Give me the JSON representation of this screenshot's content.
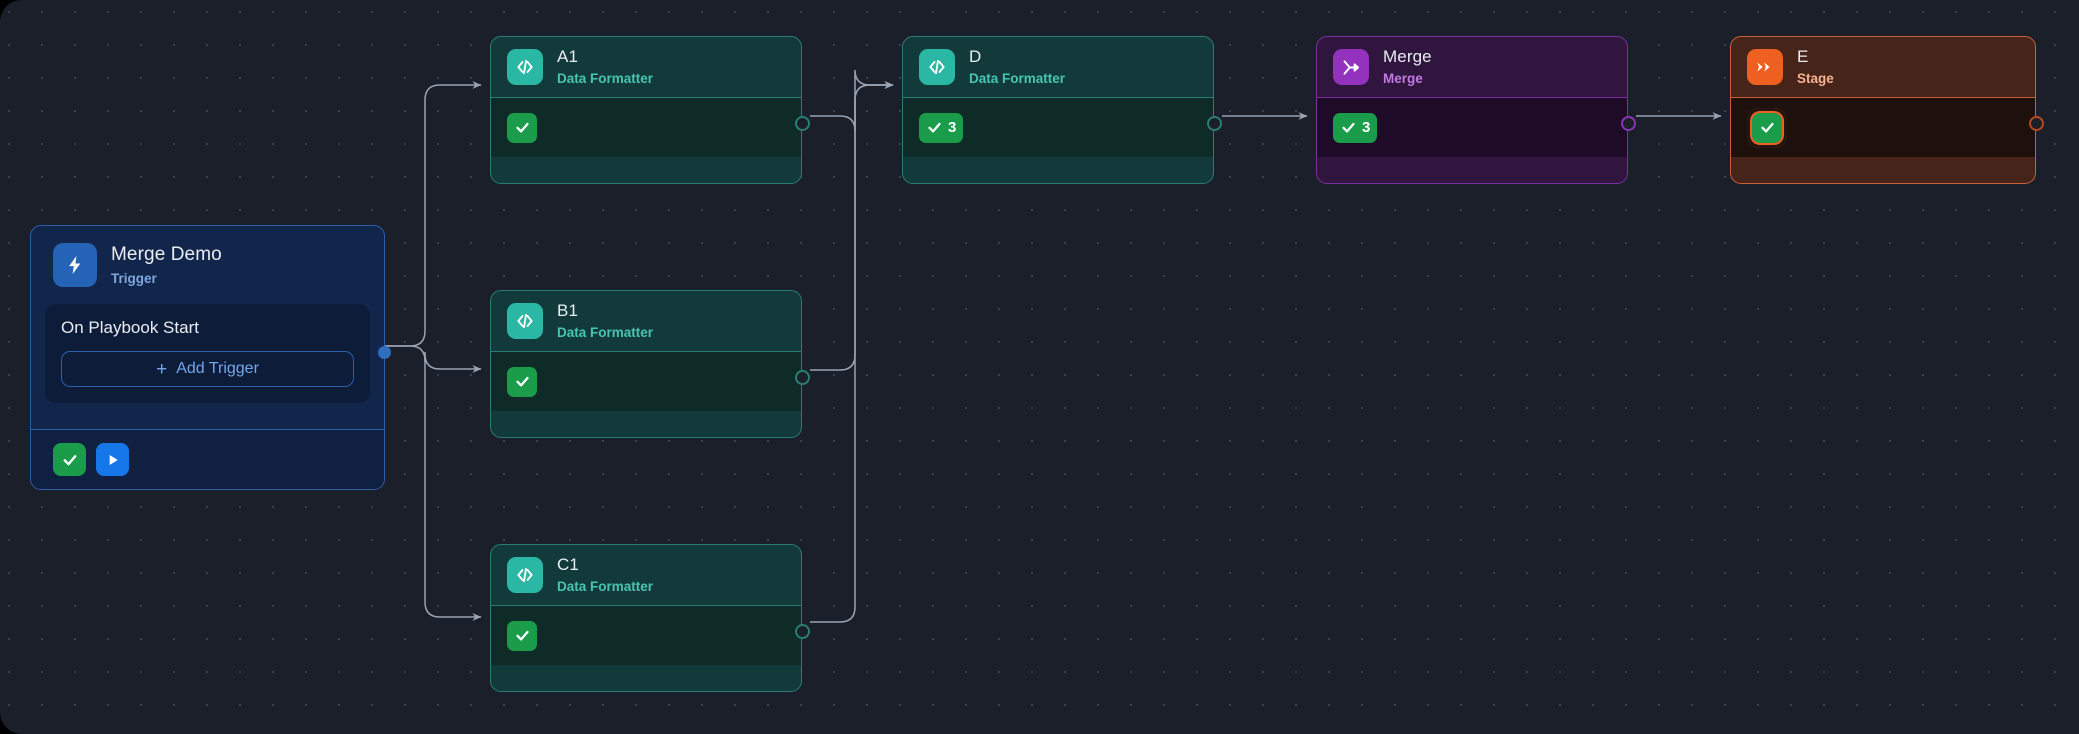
{
  "canvas": {
    "background_color": "#1b1f2a",
    "grid": "dotted",
    "grid_spacing": 33
  },
  "trigger": {
    "title": "Merge Demo",
    "subtitle": "Trigger",
    "icon": "lightning-bolt-icon",
    "icon_color": "#2563b6",
    "event_label": "On Playbook Start",
    "add_trigger_label": "Add Trigger",
    "add_trigger_plus": "+",
    "footer_buttons": [
      {
        "name": "check-button",
        "icon": "check-icon",
        "color": "#1a9c4b"
      },
      {
        "name": "run-button",
        "icon": "play-icon",
        "color": "#1677e8"
      }
    ]
  },
  "nodes": [
    {
      "id": "a1",
      "title": "A1",
      "subtitle": "Data Formatter",
      "icon": "code-icon",
      "accent": "#2ab8a4",
      "status": {
        "icon": "check-icon",
        "count": "",
        "color": "#1a9c4b"
      },
      "selected": false
    },
    {
      "id": "b1",
      "title": "B1",
      "subtitle": "Data Formatter",
      "icon": "code-icon",
      "accent": "#2ab8a4",
      "status": {
        "icon": "check-icon",
        "count": "",
        "color": "#1a9c4b"
      },
      "selected": false
    },
    {
      "id": "c1",
      "title": "C1",
      "subtitle": "Data Formatter",
      "icon": "code-icon",
      "accent": "#2ab8a4",
      "status": {
        "icon": "check-icon",
        "count": "",
        "color": "#1a9c4b"
      },
      "selected": false
    },
    {
      "id": "d",
      "title": "D",
      "subtitle": "Data Formatter",
      "icon": "code-icon",
      "accent": "#2ab8a4",
      "status": {
        "icon": "check-icon",
        "count": "3",
        "color": "#1a9c4b"
      },
      "selected": false
    },
    {
      "id": "merge",
      "title": "Merge",
      "subtitle": "Merge",
      "icon": "merge-arrow-icon",
      "accent": "#9333bd",
      "status": {
        "icon": "check-icon",
        "count": "3",
        "color": "#1a9c4b"
      },
      "selected": false
    },
    {
      "id": "e",
      "title": "E",
      "subtitle": "Stage",
      "icon": "double-chevron-icon",
      "accent": "#ef6020",
      "status": {
        "icon": "check-icon",
        "count": "",
        "color": "#1a9c4b"
      },
      "selected": true
    }
  ],
  "edges": [
    {
      "from": "trigger",
      "to": "a1"
    },
    {
      "from": "trigger",
      "to": "b1"
    },
    {
      "from": "trigger",
      "to": "c1"
    },
    {
      "from": "a1",
      "to": "d"
    },
    {
      "from": "b1",
      "to": "d"
    },
    {
      "from": "c1",
      "to": "d"
    },
    {
      "from": "d",
      "to": "merge"
    },
    {
      "from": "merge",
      "to": "e"
    }
  ],
  "colors": {
    "edge": "#9aa4b2",
    "teal_accent": "#2ab8a4",
    "purple_accent": "#9333bd",
    "orange_accent": "#ef6020",
    "green_status": "#1a9c4b",
    "blue_trigger": "#2563b6"
  }
}
